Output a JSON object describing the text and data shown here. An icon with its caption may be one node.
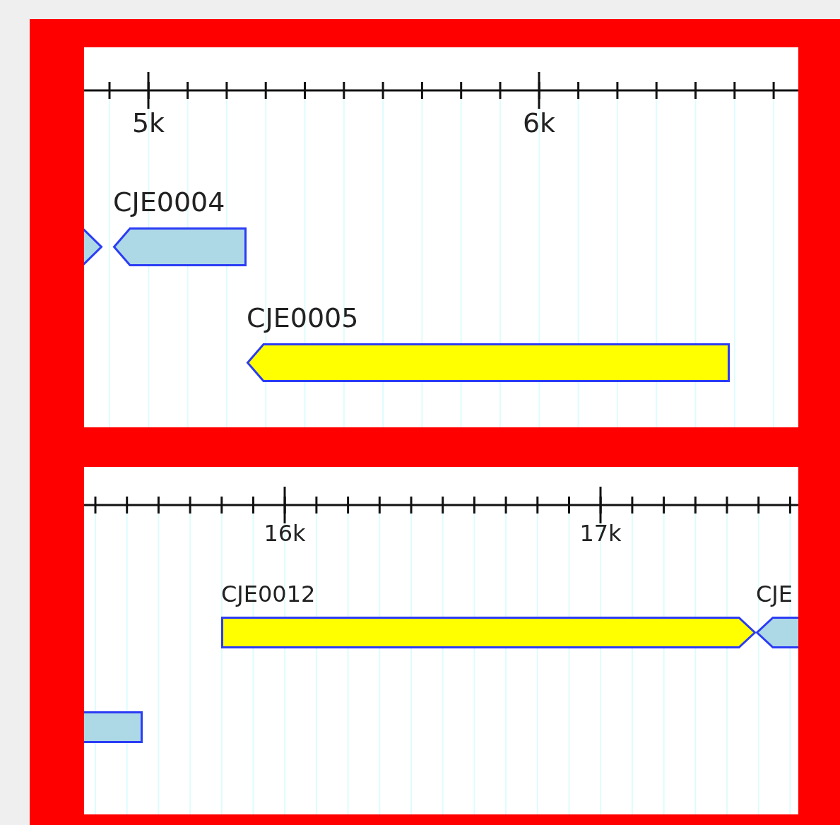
{
  "diagram": {
    "nodes": [
      {
        "text": [],
        "shape": "arrow"
      },
      {
        "text": [
          "CJE0004"
        ]
      },
      {
        "text": [
          "CJE0005"
        ]
      },
      {
        "text": [
          "CJE0012"
        ]
      },
      {
        "text": [
          "CJE"
        ]
      },
      {
        "text": [],
        "shape": "bar"
      }
    ],
    "edges": [],
    "labels": [
      "5k",
      "6k",
      "16k",
      "17k"
    ]
  }
}
